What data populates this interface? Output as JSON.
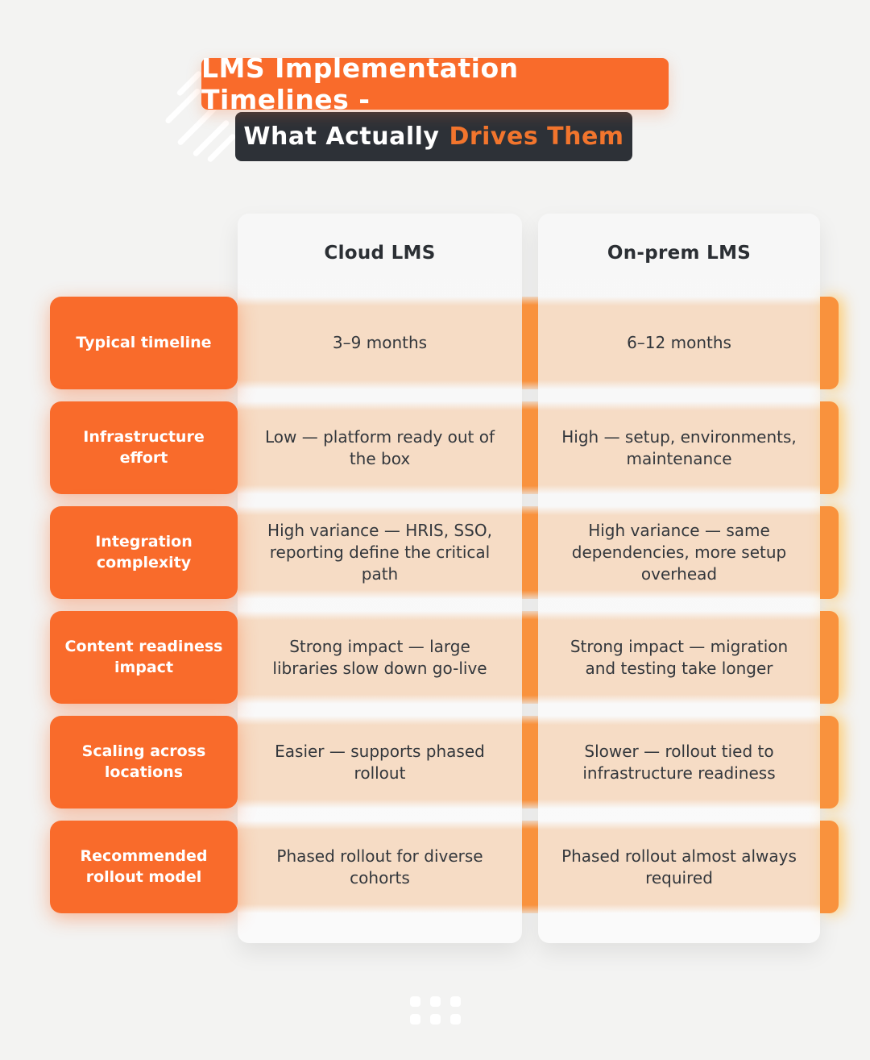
{
  "title": {
    "line1": "LMS Implementation Timelines -",
    "line2_prefix": "What Actually",
    "line2_highlight": "Drives Them"
  },
  "columns": [
    {
      "label": "Cloud LMS"
    },
    {
      "label": "On-prem LMS"
    }
  ],
  "rows": [
    {
      "label": "Typical timeline",
      "cloud": "3–9 months",
      "onprem": "6–12 months"
    },
    {
      "label": "Infrastructure effort",
      "cloud": "Low — platform ready out of the box",
      "onprem": "High — setup, environments, maintenance"
    },
    {
      "label": "Integration complexity",
      "cloud": "High variance — HRIS, SSO, reporting define the critical path",
      "onprem": "High variance — same dependencies, more setup overhead"
    },
    {
      "label": "Content readiness impact",
      "cloud": "Strong impact — large libraries slow down go-live",
      "onprem": "Strong impact — migration and testing take longer"
    },
    {
      "label": "Scaling across locations",
      "cloud": "Easier — supports phased rollout",
      "onprem": "Slower — rollout tied to infrastructure readiness"
    },
    {
      "label": "Recommended rollout model",
      "cloud": "Phased rollout for diverse cohorts",
      "onprem": "Phased rollout almost always required"
    }
  ],
  "colors": {
    "page_background": "#f3f3f2",
    "accent_orange": "#f96b2b",
    "light_orange": "#f9923d",
    "peach_cell": "#f6dcc5",
    "dark_banner": "#2d3137",
    "highlight_text": "#f2752d",
    "body_text": "#33373c"
  },
  "chart_data": {
    "type": "table",
    "title": "LMS Implementation Timelines - What Actually Drives Them",
    "columns": [
      "",
      "Cloud LMS",
      "On-prem LMS"
    ],
    "categories": [
      "Typical timeline",
      "Infrastructure effort",
      "Integration complexity",
      "Content readiness impact",
      "Scaling across locations",
      "Recommended rollout model"
    ],
    "series": [
      {
        "name": "Cloud LMS",
        "values": [
          "3–9 months",
          "Low — platform ready out of the box",
          "High variance — HRIS, SSO, reporting define the critical path",
          "Strong impact — large libraries slow down go-live",
          "Easier — supports phased rollout",
          "Phased rollout for diverse cohorts"
        ]
      },
      {
        "name": "On-prem LMS",
        "values": [
          "6–12 months",
          "High — setup, environments, maintenance",
          "High variance — same dependencies, more setup overhead",
          "Strong impact — migration and testing take longer",
          "Slower — rollout tied to infrastructure readiness",
          "Phased rollout almost always required"
        ]
      }
    ]
  }
}
